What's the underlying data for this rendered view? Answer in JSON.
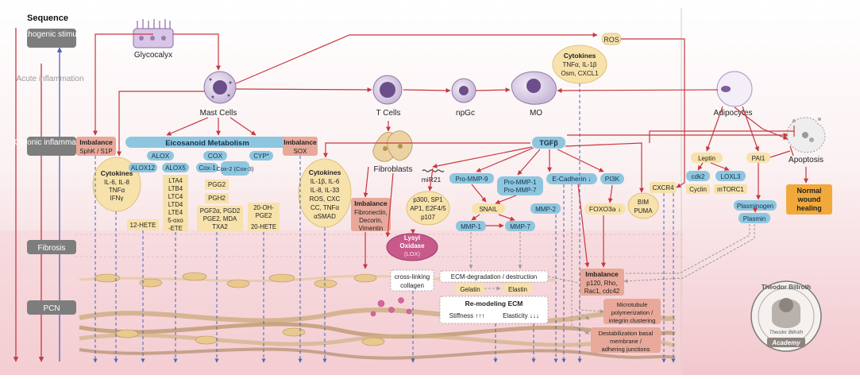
{
  "sequence": {
    "header": "Sequence",
    "stages": [
      "Pathogenic stimulus",
      "Acute inflammation",
      "Chronic inflammation",
      "Fibrosis",
      "PCN"
    ]
  },
  "cells": {
    "glycocalyx": "Glycocalyx",
    "mast_cells": "Mast Cells",
    "t_cells": "T Cells",
    "npgc": "npGc",
    "mo": "MO",
    "adipocytes": "Adipocytes",
    "fibroblasts": "Fibroblasts",
    "apoptosis": "Apoptosis"
  },
  "ros": "ROS",
  "cytokines_mo": {
    "title": "Cytokines",
    "lines": [
      "TNFα, IL-1β",
      "Osm, CXCL1"
    ]
  },
  "imbalance_sphk": {
    "title": "Imbalance",
    "body": "SphK / S1P"
  },
  "imbalance_sox": {
    "title": "Imbalance",
    "body": "SOX"
  },
  "cytokines_left": {
    "title": "Cytokines",
    "lines": [
      "IL-6, IL-8",
      "TNFα",
      "IFNγ"
    ]
  },
  "eicosanoid": {
    "title": "Eicosanoid Metabolism",
    "alox": "ALOX",
    "alox12": "ALOX12",
    "alox5": "ALOX5",
    "cox": "COX",
    "cox1": "Cox-1",
    "cox2": "Cox-2 (Cox-3)",
    "cyp": "CYP*",
    "hete12": "12-HETE",
    "ltx": [
      "LTA4",
      "LTB4",
      "LTC4",
      "LTD4",
      "LTE4",
      "5-oxo",
      "-ETE"
    ],
    "pgg2": "PGG2",
    "pgh2": "PGH2",
    "pgf": [
      "PGF2α, PGD2",
      "PGE2, MDA",
      "TXA2"
    ],
    "hete20": [
      "20-OH-",
      "PGE2",
      "20-HETE"
    ]
  },
  "cytokines_fib": {
    "title": "Cytokines",
    "lines": [
      "IL-1β, IL-6",
      "IL-8, IL-33",
      "ROS, CXC",
      "CC, TNFα",
      "αSMAD"
    ]
  },
  "imbalance_fib": {
    "title": "Imbalance",
    "lines": [
      "Fibronectin,",
      "Decorin,",
      "Vimentin"
    ]
  },
  "tgfb": "TGFβ",
  "mir21": "miR21",
  "p300": [
    "p300, SP1",
    "AP1, E2F4/5",
    "p107"
  ],
  "pro_mmp9": "Pro-MMP-9",
  "pro_mmp17": [
    "Pro-MMP-1",
    "Pro-MMP-7"
  ],
  "snail": "SNAIL",
  "mmp1": "MMP-1",
  "mmp2": "MMP-2",
  "mmp7": "MMP-7",
  "lysyl": [
    "Lysyl",
    "Oxidase",
    "(LOX)"
  ],
  "ecadherin": "E-Cadherin ↓",
  "pi3k": "PI3K",
  "foxo3a": "FOXO3a ↓",
  "bim_puma": [
    "BIM",
    "PUMA"
  ],
  "cxcr4": "CXCR4",
  "leptin": "Leptin",
  "pai1": "PAI1",
  "cdk2": "cdk2",
  "cyclin": "Cyclin",
  "loxl3": "LOXL3",
  "mtorc1": "mTORC1",
  "plasminogen": "Plasminogen",
  "plasmin": "Plasmin",
  "normal_healing": [
    "Normal",
    "wound",
    "healing"
  ],
  "cross_linking": [
    "cross-linking",
    "collagen"
  ],
  "ecm_degradation": "ECM-degradation / destruction",
  "gelatin": "Gelatin",
  "elastin": "Elastin",
  "remodeling": {
    "title": "Re-modeling ECM",
    "stiffness": "Stiffness ↑↑↑",
    "elasticity": "Elasticity ↓↓↓"
  },
  "imbalance_p120": {
    "title": "Imbalance",
    "lines": [
      "p120, Rho,",
      "Rac1, cdc42"
    ]
  },
  "microtubule": [
    "Microtubule",
    "polymerization /",
    "integrin clustering"
  ],
  "destabilization": [
    "Destabilization basal",
    "membrane /",
    "adhering junctions"
  ],
  "billroth": {
    "top": "Theodor Billroth",
    "bottom": "Academy",
    "sig": "Theodor Billroth"
  },
  "colors": {
    "red": "#c8373f",
    "blue": "#4765b3",
    "cream": "#f7e2ab",
    "lightblue": "#8fc6df",
    "salmon": "#e8a99a",
    "grey": "#7d7d7d",
    "orange": "#f2a93b"
  }
}
